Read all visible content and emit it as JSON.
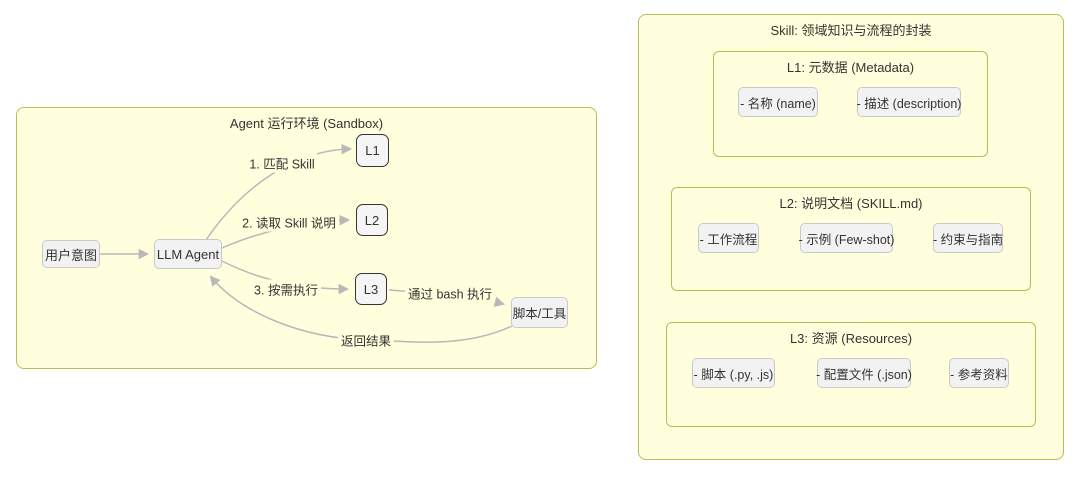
{
  "sandbox": {
    "title": "Agent 运行环境 (Sandbox)",
    "nodes": {
      "user_intent": "用户意图",
      "llm_agent": "LLM Agent",
      "l1": "L1",
      "l2": "L2",
      "l3": "L3",
      "tools": "脚本/工具"
    },
    "edge_labels": {
      "match_skill": "1. 匹配 Skill",
      "read_skill": "2. 读取 Skill 说明",
      "exec_on_demand": "3. 按需执行",
      "via_bash": "通过 bash 执行",
      "return_result": "返回结果"
    }
  },
  "skill": {
    "title": "Skill: 领域知识与流程的封装",
    "groups": [
      {
        "title": "L1: 元数据 (Metadata)",
        "items": [
          "- 名称 (name)",
          "- 描述 (description)"
        ]
      },
      {
        "title": "L2: 说明文档 (SKILL.md)",
        "items": [
          "- 工作流程",
          "- 示例 (Few-shot)",
          "- 约束与指南"
        ]
      },
      {
        "title": "L3: 资源 (Resources)",
        "items": [
          "- 脚本 (.py, .js)",
          "- 配置文件 (.json)",
          "- 参考资料"
        ]
      }
    ]
  },
  "colors": {
    "cluster_fill": "#ffffde",
    "cluster_border": "#bbbb55",
    "node_fill": "#f2f2f2",
    "node_border": "#c9c9c9",
    "level_node_border": "#343434",
    "edge": "#b8b8b8",
    "text": "#333333"
  }
}
